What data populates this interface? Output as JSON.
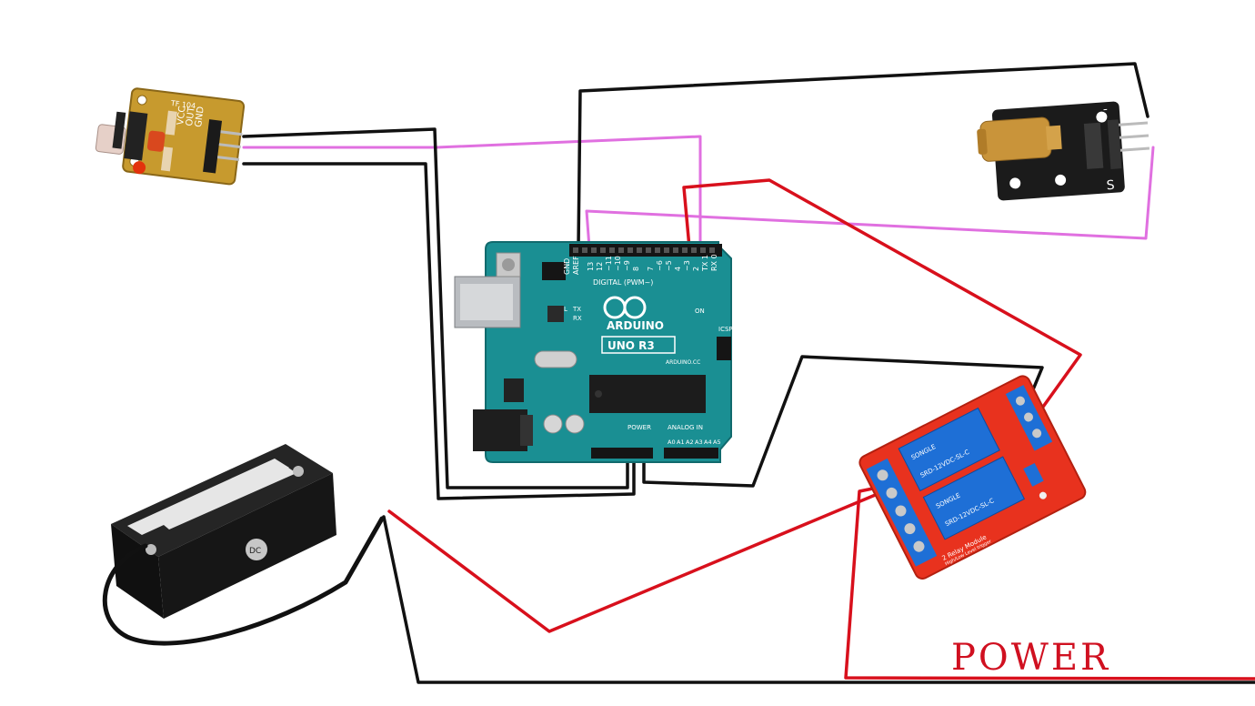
{
  "labels": {
    "power": "POWER",
    "arduino_brand": "ARDUINO",
    "arduino_model": "UNO R3",
    "arduino_digital": "DIGITAL (PWM~)",
    "arduino_power": "POWER",
    "arduino_analog": "ANALOG IN",
    "arduino_site": "ARDUINO.CC",
    "arduino_gnd": "GND",
    "arduino_aref": "AREF",
    "arduino_on": "ON",
    "arduino_icsp": "ICSP",
    "arduino_tx": "TX",
    "arduino_rx": "RX",
    "arduino_l": "L",
    "arduino_digital_pins": [
      "13",
      "12",
      "~11",
      "~10",
      "~9",
      "8",
      "7",
      "~6",
      "~5",
      "4",
      "~3",
      "2",
      "TX 1",
      "RX 0"
    ],
    "arduino_analog_pins": [
      "A0",
      "A1",
      "A2",
      "A3",
      "A4",
      "A5"
    ],
    "receiver_pins": [
      "VCC",
      "OUT",
      "GND"
    ],
    "receiver_code": "TF 104",
    "laser_signal": "S",
    "laser_minus": "-",
    "relay_brand": "SONGLE",
    "relay_rating": "SRD-12VDC-SL-C",
    "relay_board": "2 Relay Module",
    "relay_trigger": "High/Low Level trigger",
    "lock_logo": "DC"
  },
  "colors": {
    "wire_black": "#111111",
    "wire_red": "#d8101c",
    "wire_pink": "#e070e0",
    "arduino_board": "#1a8f93",
    "relay_board": "#e8321e",
    "relay_block": "#1e6fd6",
    "laser_board": "#1b1b1b",
    "receiver_board": "#c79a2e",
    "lock_body": "#1a1a1a",
    "power_text": "#d01020"
  },
  "components": [
    {
      "name": "IR receiver module",
      "icon": "sensor-module-icon"
    },
    {
      "name": "Laser transmitter module",
      "icon": "laser-module-icon"
    },
    {
      "name": "Arduino Uno R3",
      "icon": "microcontroller-icon"
    },
    {
      "name": "2-channel relay module",
      "icon": "relay-icon"
    },
    {
      "name": "Electromagnetic lock",
      "icon": "lock-icon"
    }
  ]
}
